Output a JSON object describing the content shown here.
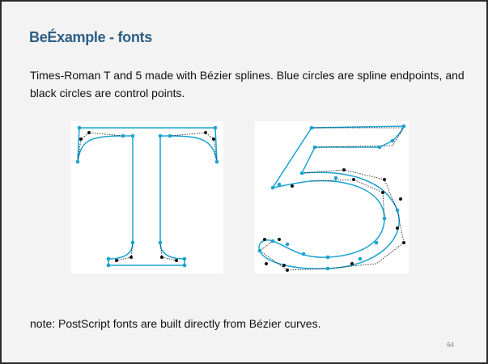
{
  "slide": {
    "title": "BeÉxample - fonts",
    "body": "Times-Roman T and 5 made with Bézier splines. Blue circles are spline endpoints, and black circles are control points.",
    "note": "note: PostScript fonts are built directly from Bézier curves.",
    "page_number": "64"
  },
  "colors": {
    "title": "#2c5e86",
    "spline": "#1aa3d2",
    "endpoint": "#1aa3d2",
    "control_point": "#111111",
    "background": "#f3f3f3"
  },
  "figures": [
    {
      "glyph": "T",
      "font": "Times-Roman"
    },
    {
      "glyph": "5",
      "font": "Times-Roman"
    }
  ]
}
